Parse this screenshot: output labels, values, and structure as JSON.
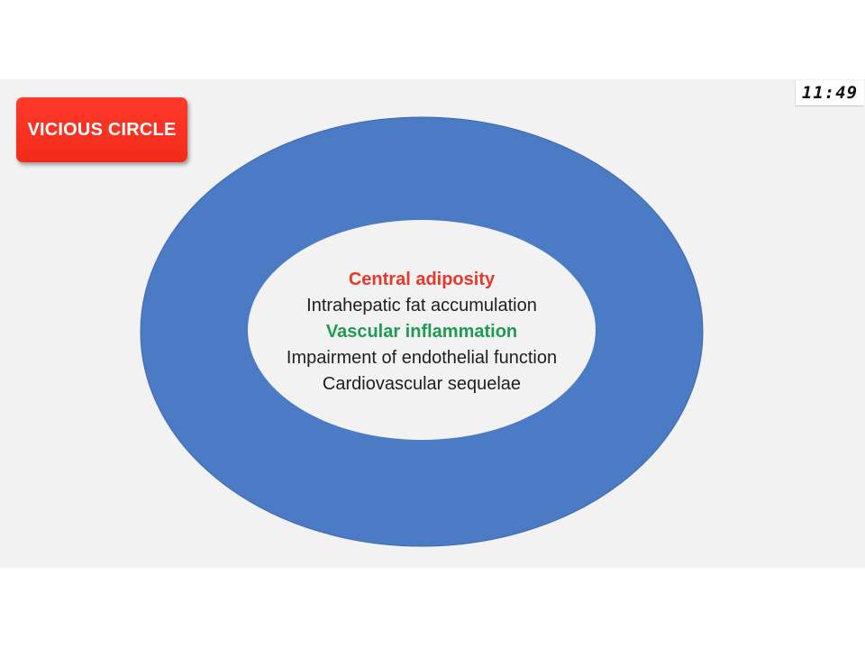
{
  "title": "VICIOUS CIRCLE",
  "clock": "11:49",
  "colors": {
    "ring": "#4b7bc4",
    "title_box": "#f22a1a",
    "highlight_red": "#e8382b",
    "highlight_green": "#1f9a55"
  },
  "circle_items": [
    "Central adiposity",
    "Intrahepatic fat accumulation",
    "Vascular inflammation",
    "Impairment of endothelial function",
    "Cardiovascular sequelae"
  ]
}
